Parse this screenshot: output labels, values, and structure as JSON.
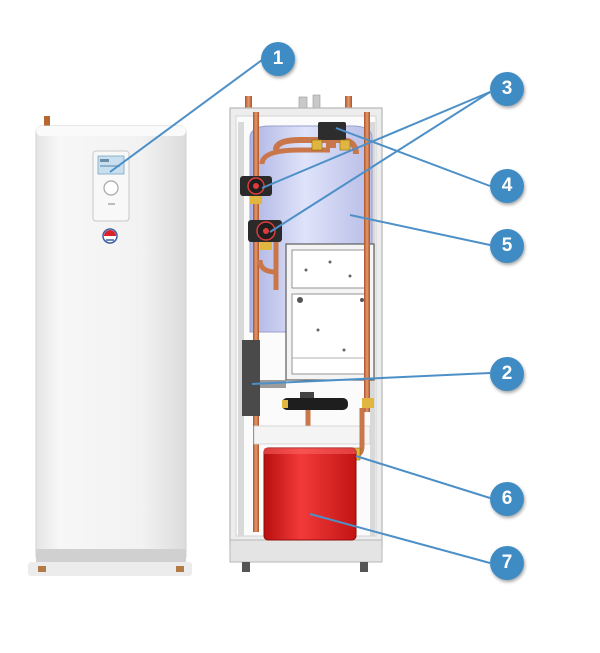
{
  "callouts": {
    "c1": "1",
    "c2": "2",
    "c3": "3",
    "c4": "4",
    "c5": "5",
    "c6": "6",
    "c7": "7"
  },
  "colors": {
    "callout_fill": "#3f8cc4",
    "leader_line": "#4d90c8",
    "tank_blue": "#c9cff0",
    "copper_pipe": "#c8764a",
    "expansion_vessel_red": "#e11c1c",
    "casing_white": "#f3f3f3"
  }
}
